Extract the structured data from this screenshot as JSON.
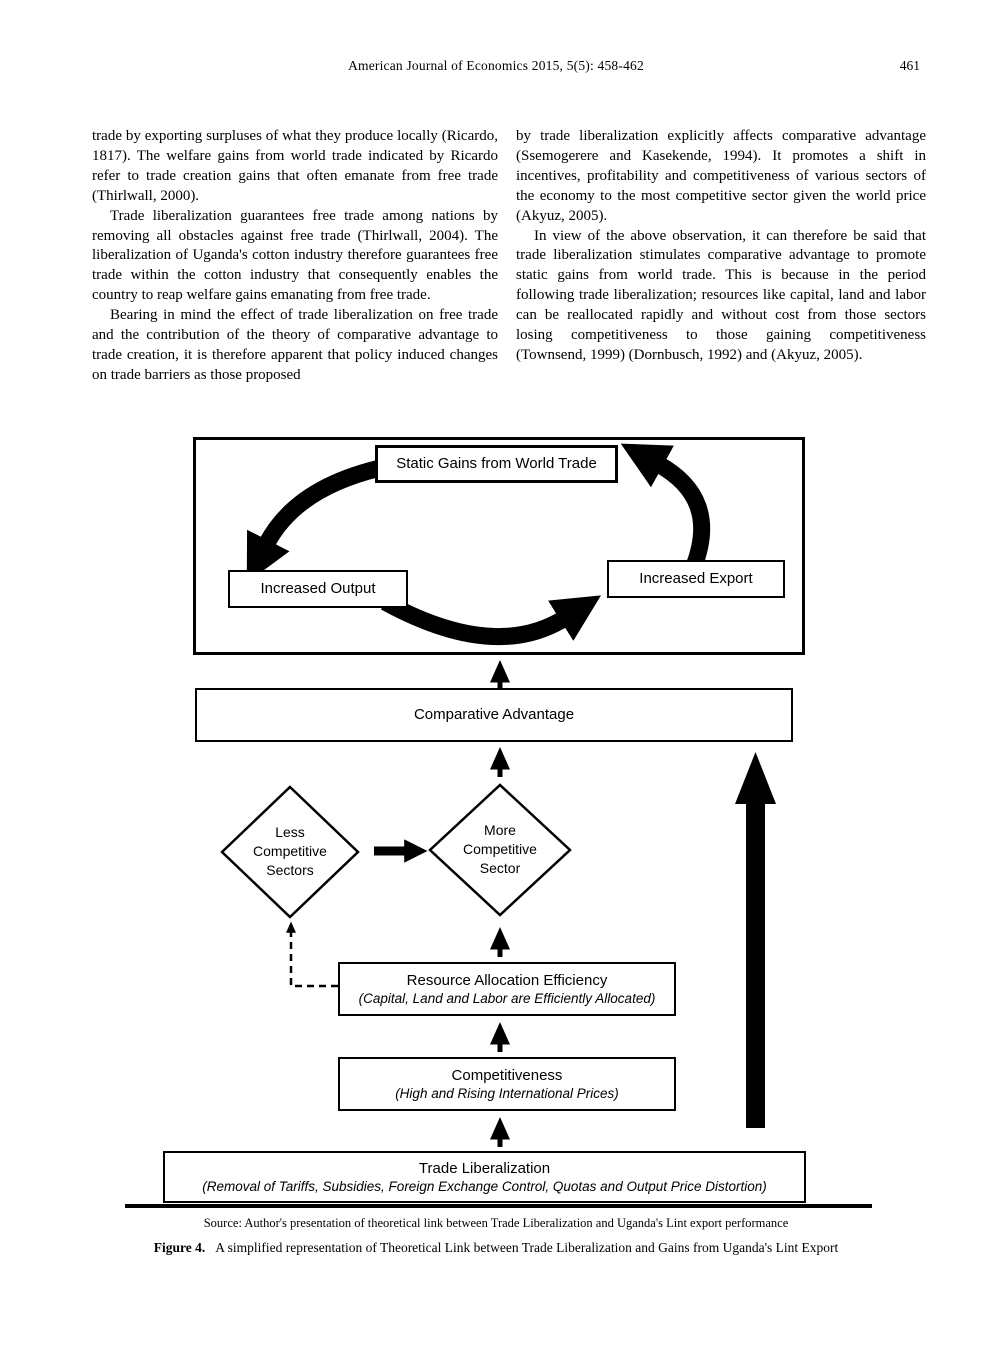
{
  "header": {
    "journal_line": "American Journal of Economics 2015, 5(5): 458-462",
    "page_number": "461"
  },
  "article": {
    "left_column": [
      "trade by exporting surpluses of what they produce locally (Ricardo, 1817). The welfare gains from world trade indicated by Ricardo refer to trade creation gains that often emanate from free trade (Thirlwall, 2000).",
      "Trade liberalization guarantees free trade among nations by removing all obstacles against free trade (Thirlwall, 2004). The liberalization of Uganda's cotton industry therefore guarantees free trade within the cotton industry that consequently enables the country to reap welfare gains emanating from free trade.",
      "Bearing in mind the effect of trade liberalization on free trade and the contribution of the theory of comparative advantage to trade creation, it is therefore apparent that policy induced changes on trade barriers as those proposed"
    ],
    "right_column": [
      "by trade liberalization explicitly affects comparative advantage (Ssemogerere and Kasekende, 1994). It promotes a shift in incentives, profitability and competitiveness of various sectors of the economy to the most competitive sector given the world price (Akyuz, 2005).",
      "In view of the above observation, it can therefore be said that trade liberalization stimulates comparative advantage to promote static gains from world trade. This is because in the period following trade liberalization; resources like capital, land and labor can be reallocated rapidly and without cost from those sectors losing competitiveness to those gaining competitiveness (Townsend, 1999) (Dornbusch, 1992) and (Akyuz, 2005)."
    ]
  },
  "figure": {
    "boxes": {
      "static_gains": "Static Gains from World Trade",
      "increased_output": "Increased Output",
      "increased_export": "Increased Export",
      "comparative_advantage": "Comparative Advantage",
      "resource_title": "Resource Allocation Efficiency",
      "resource_sub": "(Capital, Land and Labor are Efficiently Allocated)",
      "competitiveness_title": "Competitiveness",
      "competitiveness_sub": "(High and Rising International Prices)",
      "trade_title": "Trade Liberalization",
      "trade_sub": "(Removal of Tariffs, Subsidies, Foreign Exchange Control, Quotas and Output Price Distortion)"
    },
    "diamonds": {
      "left": {
        "line1": "Less",
        "line2": "Competitive",
        "line3": "Sectors"
      },
      "right": {
        "line1": "More",
        "line2": "Competitive",
        "line3": "Sector"
      }
    },
    "source_note": "Source: Author's presentation of theoretical link between Trade Liberalization and Uganda's Lint export performance",
    "caption_label": "Figure 4.",
    "caption_text": "A simplified representation of Theoretical Link between Trade Liberalization and Gains from Uganda's Lint Export"
  }
}
